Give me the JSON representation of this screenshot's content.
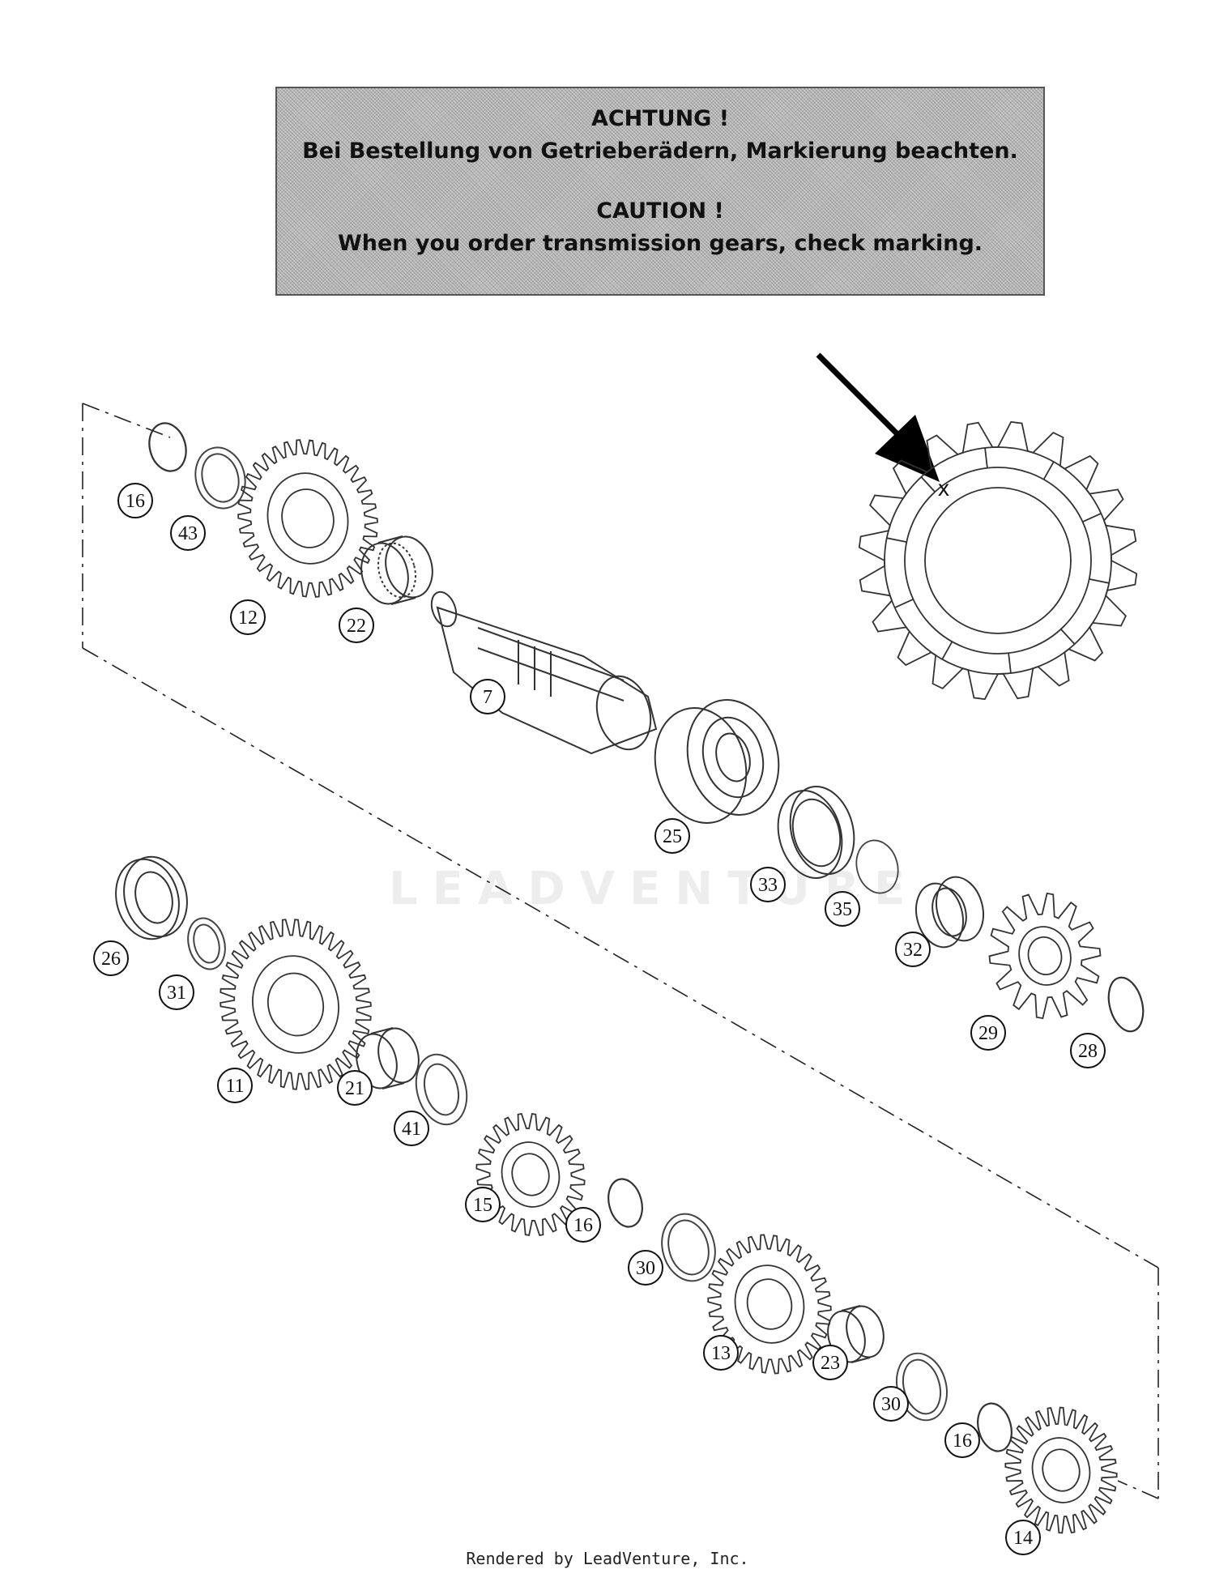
{
  "caution_box": {
    "de_heading": "ACHTUNG !",
    "de_text": "Bei Bestellung von Getrieberädern, Markierung beachten.",
    "en_heading": "CAUTION !",
    "en_text": "When you order transmission gears, check marking."
  },
  "marking_symbol": "x",
  "watermark": "LEADVENTURE",
  "footer": "Rendered by LeadVenture, Inc.",
  "callouts": [
    "16",
    "43",
    "12",
    "22",
    "7",
    "25",
    "33",
    "35",
    "32",
    "29",
    "28",
    "26",
    "31",
    "11",
    "21",
    "41",
    "15",
    "16",
    "30",
    "13",
    "23",
    "30",
    "16",
    "14"
  ]
}
